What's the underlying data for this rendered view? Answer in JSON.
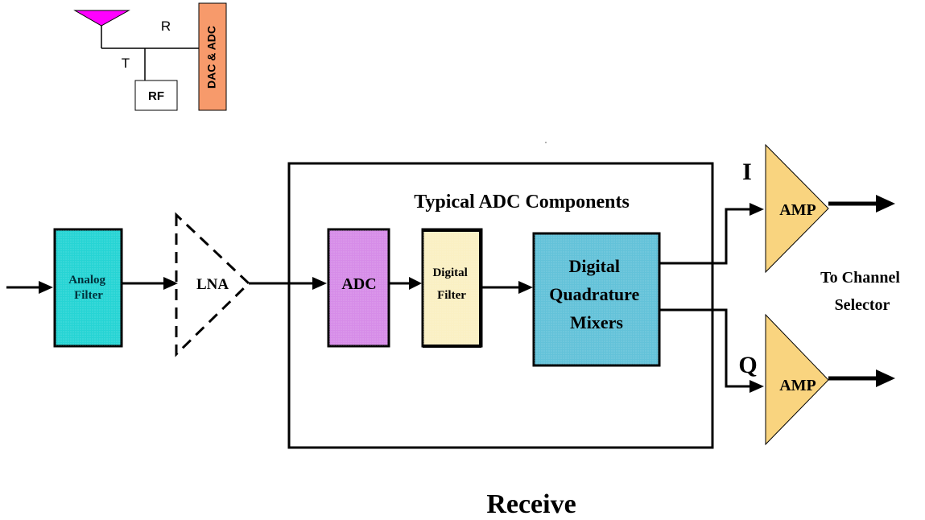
{
  "inset": {
    "r_label": "R",
    "t_label": "T",
    "rf_label": "RF",
    "dac_adc_label": "DAC & ADC",
    "colors": {
      "antenna": "#ff00ff",
      "dac_adc": "#f79a6b"
    }
  },
  "main": {
    "analog_filter_label": "Analog Filter",
    "analog_filter_line1": "Analog",
    "analog_filter_line2": "Filter",
    "lna_label": "LNA",
    "adc_box_title": "Typical ADC Components",
    "adc_label": "ADC",
    "digital_filter_line1": "Digital",
    "digital_filter_line2": "Filter",
    "mixers_line1": "Digital",
    "mixers_line2": "Quadrature",
    "mixers_line3": "Mixers",
    "i_label": "I",
    "q_label": "Q",
    "amp_i_label": "AMP",
    "amp_q_label": "AMP",
    "channel_line1": "To Channel",
    "channel_line2": "Selector",
    "caption": "Receive",
    "colors": {
      "analog_filter": "#26d4d4",
      "adc": "#d68ce8",
      "digital_filter": "#faf0c3",
      "mixers": "#63c2d9",
      "amp": "#f9d47f"
    }
  }
}
